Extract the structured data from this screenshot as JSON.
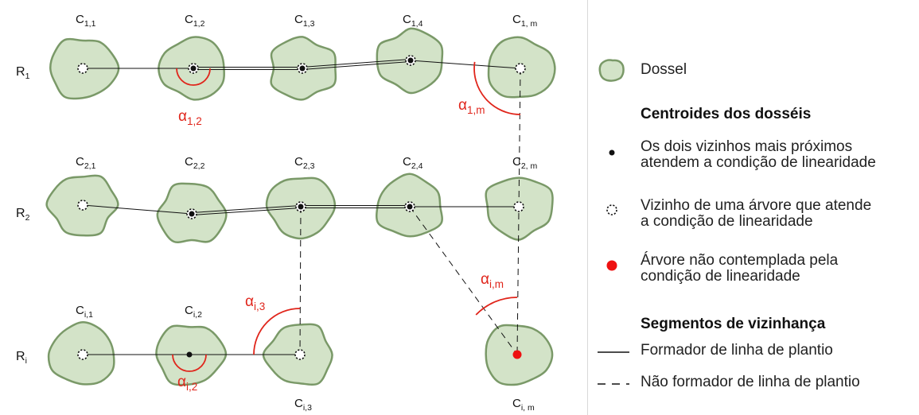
{
  "rows": [
    {
      "label_main": "R",
      "label_sub": "1",
      "canopies": [
        {
          "main": "C",
          "sub": "1,1",
          "centroid": "dashed"
        },
        {
          "main": "C",
          "sub": "1,2",
          "centroid": "dashed-solid"
        },
        {
          "main": "C",
          "sub": "1,3",
          "centroid": "dashed-solid"
        },
        {
          "main": "C",
          "sub": "1,4",
          "centroid": "dashed-solid"
        },
        {
          "main": "C",
          "sub": "1, m",
          "centroid": "dashed"
        }
      ]
    },
    {
      "label_main": "R",
      "label_sub": "2",
      "canopies": [
        {
          "main": "C",
          "sub": "2,1",
          "centroid": "dashed"
        },
        {
          "main": "C",
          "sub": "2,2",
          "centroid": "dashed-solid"
        },
        {
          "main": "C",
          "sub": "2,3",
          "centroid": "dashed-solid"
        },
        {
          "main": "C",
          "sub": "2,4",
          "centroid": "dashed-solid"
        },
        {
          "main": "C",
          "sub": "2, m",
          "centroid": "dashed"
        }
      ]
    },
    {
      "label_main": "R",
      "label_sub": "i",
      "canopies": [
        {
          "main": "C",
          "sub": "i,1",
          "centroid": "dashed"
        },
        {
          "main": "C",
          "sub": "i,2",
          "centroid": "solid"
        },
        {
          "main": "C",
          "sub": "i,3",
          "centroid": "dashed"
        },
        {
          "main": "C",
          "sub": "i, m",
          "centroid": "red"
        }
      ]
    }
  ],
  "angles": [
    {
      "main": "α",
      "sub": "1,2"
    },
    {
      "main": "α",
      "sub": "1,m"
    },
    {
      "main": "α",
      "sub": "i,3"
    },
    {
      "main": "α",
      "sub": "i,m"
    },
    {
      "main": "α",
      "sub": "i,2"
    }
  ],
  "legend": {
    "canopy_label": "Dossel",
    "centroids_heading": "Centroides dos dosséis",
    "solid_line1": "Os dois vizinhos mais próximos",
    "solid_line2": "atendem a condição de linearidade",
    "dashed_line1": "Vizinho de uma árvore que atende",
    "dashed_line2": "a condição de linearidade",
    "red_line1": "Árvore não contemplada pela",
    "red_line2": "condição de linearidade",
    "segments_heading": "Segmentos de vizinhança",
    "solid_segment": "Formador de linha de plantio",
    "dashed_segment": "Não formador de linha de plantio"
  },
  "colors": {
    "canopy_fill": "#d3e3c8",
    "canopy_stroke": "#7a9968",
    "angle": "#e0251b",
    "red_point": "#ee1111",
    "line": "#111111"
  }
}
